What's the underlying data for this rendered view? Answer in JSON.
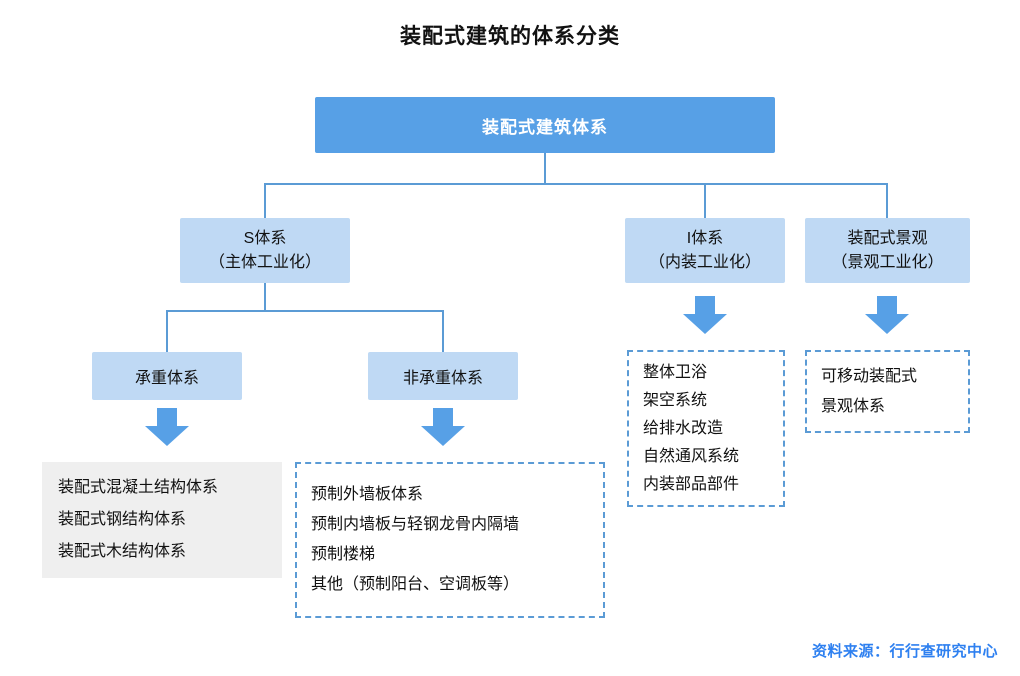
{
  "title": "装配式建筑的体系分类",
  "root": {
    "label": "装配式建筑体系"
  },
  "level2": [
    {
      "line1": "S体系",
      "line2": "（主体工业化）"
    },
    {
      "line1": "I体系",
      "line2": "（内装工业化）"
    },
    {
      "line1": "装配式景观",
      "line2": "（景观工业化）"
    }
  ],
  "level3": [
    {
      "label": "承重体系"
    },
    {
      "label": "非承重体系"
    }
  ],
  "lists": {
    "bearing": [
      "装配式混凝土结构体系",
      "装配式钢结构体系",
      "装配式木结构体系"
    ],
    "nonbearing": [
      "预制外墙板体系",
      "预制内墙板与轻钢龙骨内隔墙",
      "预制楼梯",
      "其他（预制阳台、空调板等）"
    ],
    "interior": [
      "整体卫浴",
      "架空系统",
      "给排水改造",
      "自然通风系统",
      "内装部品部件"
    ],
    "landscape": [
      "可移动装配式",
      "景观体系"
    ]
  },
  "footer": "资料来源：行行查研究中心",
  "colors": {
    "blue": "#57a0e6",
    "lightblue": "#bfd9f4",
    "line": "#5b9bd5",
    "graybox": "#efefef",
    "source": "#2e80f0"
  }
}
